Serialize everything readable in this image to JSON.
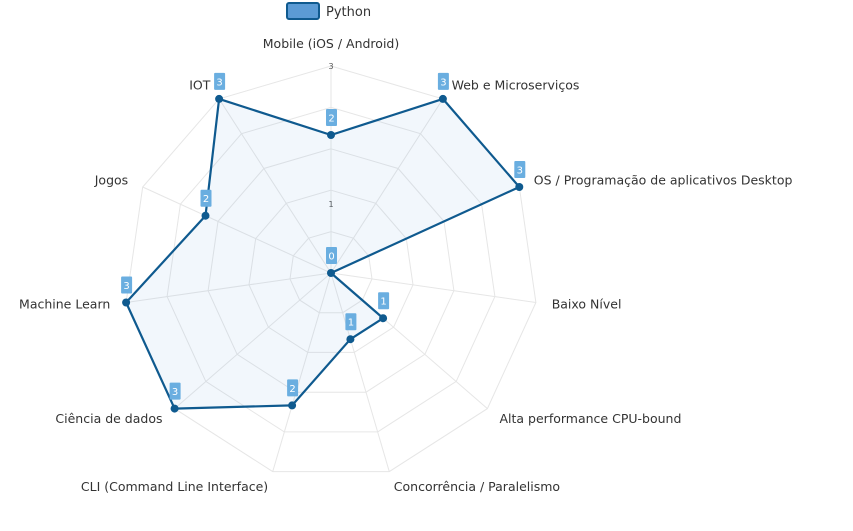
{
  "chart_data": {
    "type": "radar",
    "title": "",
    "categories": [
      "Mobile (iOS / Android)",
      "Web e Microserviços",
      "OS / Programação de aplicativos Desktop",
      "Baixo Nível",
      "Alta performance CPU-bound",
      "Concorrência / Paralelismo",
      "CLI (Command Line Interface)",
      "Ciência de dados",
      "Machine Learn",
      "Jogos",
      "IOT"
    ],
    "series": [
      {
        "name": "Python",
        "values": [
          2,
          3,
          3,
          0,
          1,
          1,
          2,
          3,
          3,
          2,
          3
        ]
      }
    ],
    "rlim": [
      0,
      3
    ],
    "ticks": [
      "1",
      "2",
      "3"
    ],
    "grid": true,
    "legend": "top-center",
    "colors": {
      "line": "#0f5a8f",
      "fill": "#5b9bd5",
      "legend_fill": "#5b9bd5",
      "label_bg": "#6aaee0",
      "grid": "#e6e6e6"
    }
  }
}
